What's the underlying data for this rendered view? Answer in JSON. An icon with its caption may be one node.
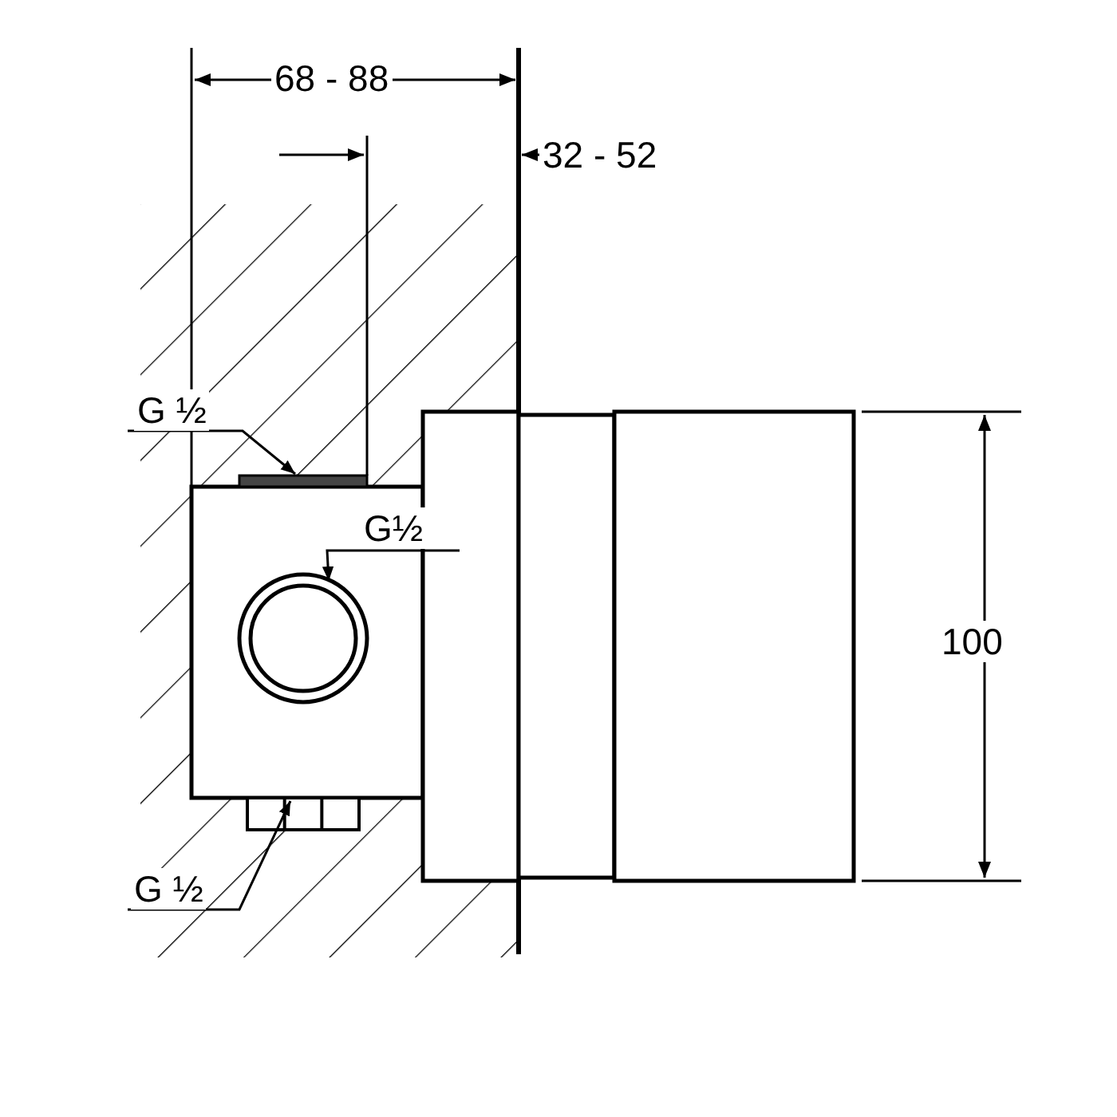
{
  "diagram": {
    "nodes": [
      {
        "text": [
          "G ½"
        ]
      },
      {
        "text": [
          "G½"
        ]
      },
      {
        "text": [
          "G ½"
        ]
      },
      {
        "text": [],
        "shape": "bar"
      },
      {
        "text": [],
        "shape": "circle"
      },
      {
        "text": [],
        "shape": "box"
      }
    ],
    "edges": [
      {
        "from": 0,
        "to": 3,
        "arrow": "to"
      },
      {
        "from": 1,
        "to": 4,
        "arrow": "to"
      },
      {
        "from": 2,
        "to": 5,
        "arrow": "to"
      }
    ],
    "labels": [
      "68 - 88",
      "32 - 52",
      "100"
    ]
  }
}
